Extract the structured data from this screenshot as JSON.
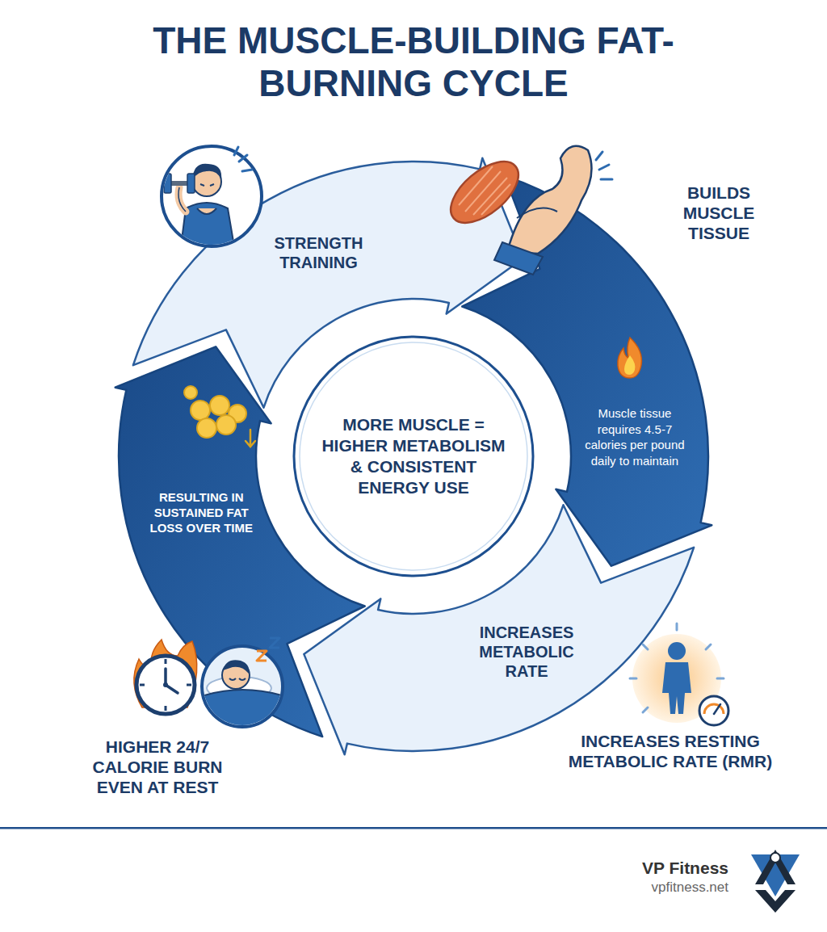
{
  "diagram": {
    "title": "THE MUSCLE-BUILDING FAT-BURNING CYCLE",
    "nodes": [
      {
        "text": [
          "STRENGTH TRAINING"
        ]
      },
      {
        "text": [
          "Muscle tissue requires 4.5-7 calories per pound daily to maintain"
        ]
      },
      {
        "text": [
          "INCREASES METABOLIC RATE"
        ]
      },
      {
        "text": [
          "RESULTING IN SUSTAINED FAT LOSS OVER TIME"
        ]
      },
      {
        "text": [
          "MORE MUSCLE = HIGHER METABOLISM & CONSISTENT ENERGY USE"
        ]
      }
    ],
    "labels": [
      "BUILDS MUSCLE TISSUE",
      "INCREASES RESTING METABOLIC RATE (RMR)",
      "HIGHER 24/7 CALORIE BURN EVEN AT REST",
      "VP Fitness",
      "vpfitness.net"
    ]
  }
}
